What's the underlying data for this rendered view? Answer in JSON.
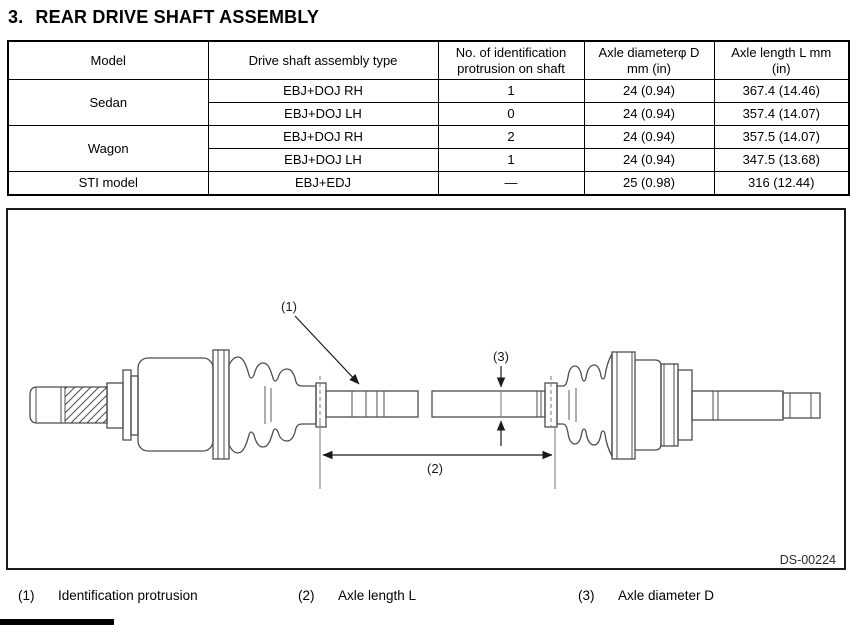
{
  "page": {
    "heading_number": "3.",
    "heading_title": "REAR DRIVE SHAFT ASSEMBLY"
  },
  "table": {
    "headers": {
      "model": "Model",
      "type": "Drive shaft assembly type",
      "protrusion_line1": "No. of identification",
      "protrusion_line2": "protrusion on shaft",
      "diameter_line1": "Axle diameterφ D",
      "diameter_line2": "mm (in)",
      "length_line1": "Axle length L mm",
      "length_line2": "(in)"
    },
    "groups": [
      {
        "model": "Sedan",
        "rows": [
          {
            "type": "EBJ+DOJ RH",
            "protrusions": "1",
            "diameter": "24 (0.94)",
            "length": "367.4 (14.46)"
          },
          {
            "type": "EBJ+DOJ LH",
            "protrusions": "0",
            "diameter": "24 (0.94)",
            "length": "357.4 (14.07)"
          }
        ]
      },
      {
        "model": "Wagon",
        "rows": [
          {
            "type": "EBJ+DOJ RH",
            "protrusions": "2",
            "diameter": "24 (0.94)",
            "length": "357.5 (14.07)"
          },
          {
            "type": "EBJ+DOJ LH",
            "protrusions": "1",
            "diameter": "24 (0.94)",
            "length": "347.5 (13.68)"
          }
        ]
      },
      {
        "model": "STI model",
        "rows": [
          {
            "type": "EBJ+EDJ",
            "protrusions": "—",
            "diameter": "25 (0.98)",
            "length": "316 (12.44)"
          }
        ]
      }
    ]
  },
  "diagram": {
    "callout_1": "(1)",
    "callout_2": "(2)",
    "callout_3": "(3)",
    "figure_id": "DS-00224"
  },
  "legend": {
    "items": [
      {
        "num": "(1)",
        "label": "Identification protrusion"
      },
      {
        "num": "(2)",
        "label": "Axle length L"
      },
      {
        "num": "(3)",
        "label": "Axle diameter D"
      }
    ]
  },
  "colors": {
    "line": "#4d4d4d",
    "text": "#000000",
    "border": "#000000"
  }
}
